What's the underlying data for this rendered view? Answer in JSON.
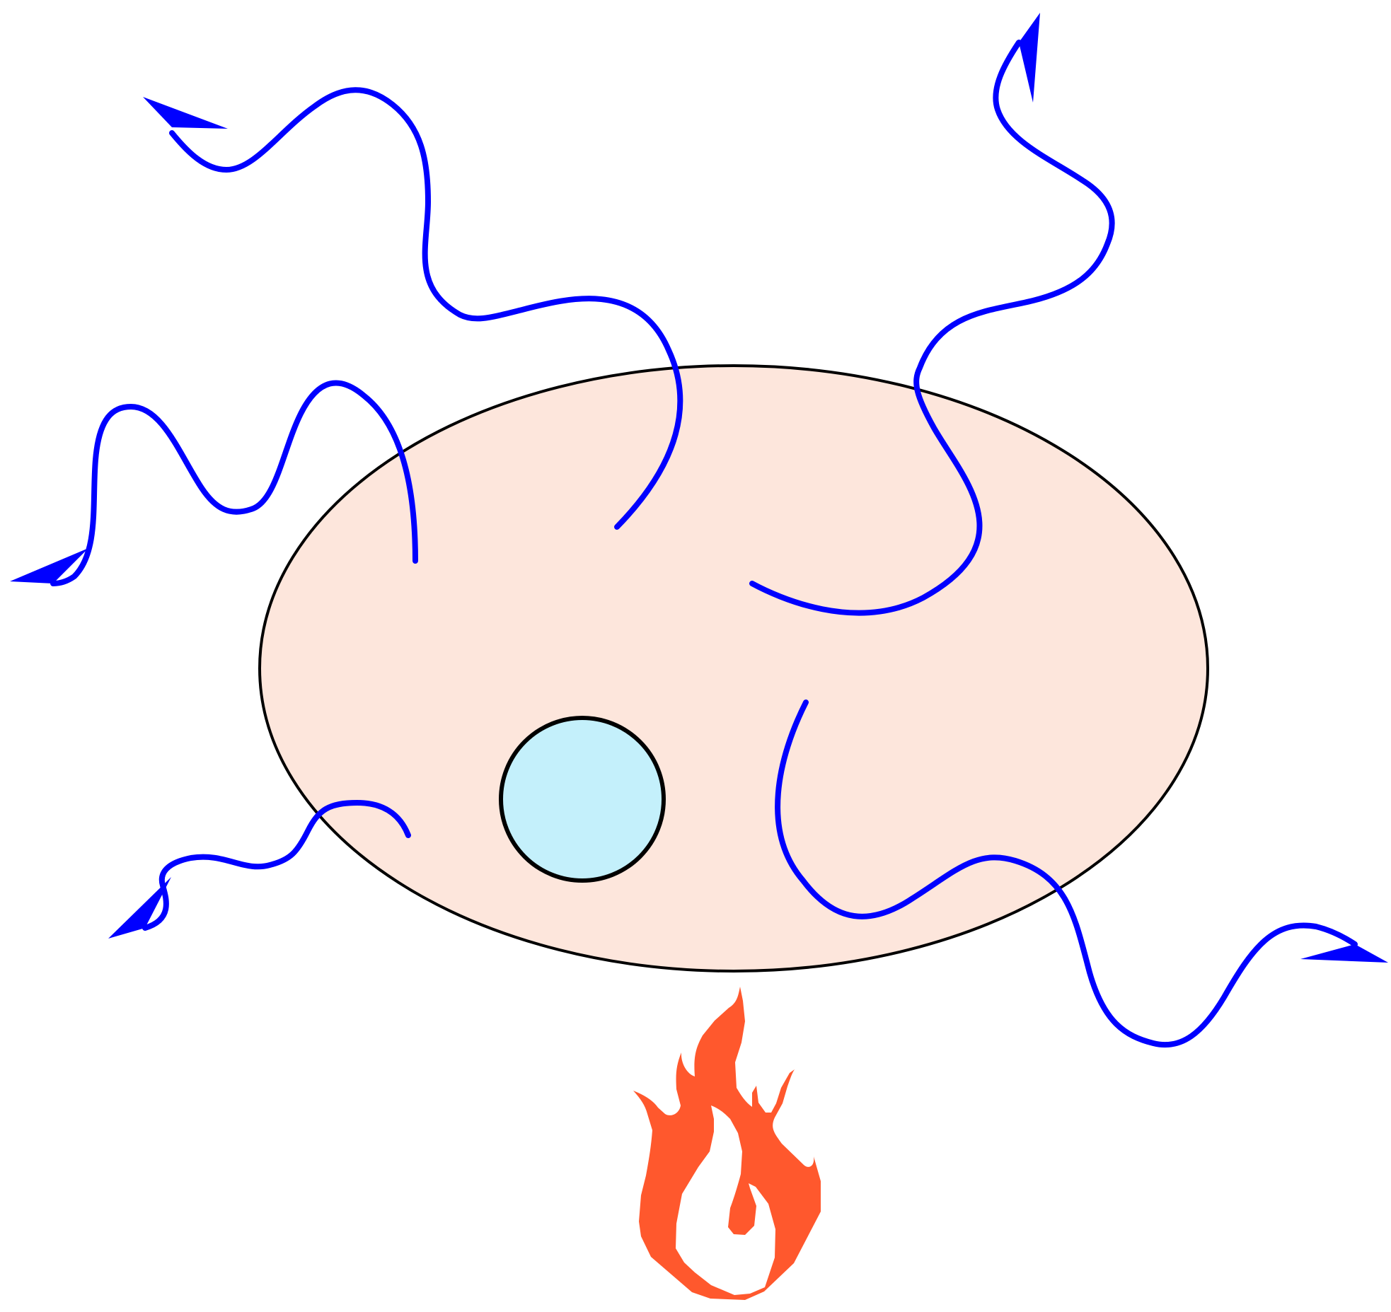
{
  "diagram": {
    "colors": {
      "background": "#ffffff",
      "ellipse_fill": "#fde6dc",
      "ellipse_stroke": "#000000",
      "circle_fill": "#c4f0fb",
      "circle_stroke": "#000000",
      "wavy_path": "#0000ff",
      "flame_fill": "#ff582d",
      "flame_inner": "#ffffff"
    },
    "elements": {
      "big_ellipse": "large-ellipse",
      "small_circle": "small-circle",
      "flame": "flame-icon",
      "paths": [
        "wavy-path-1",
        "wavy-path-2",
        "wavy-path-3",
        "wavy-path-4",
        "wavy-path-5"
      ]
    }
  }
}
